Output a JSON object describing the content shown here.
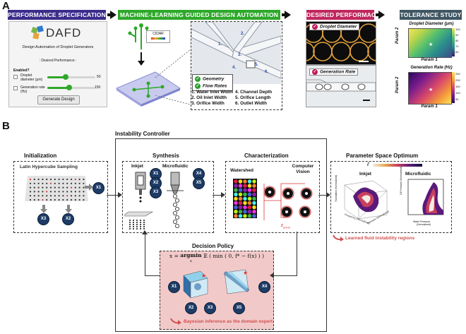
{
  "panel_a": {
    "letter": "A",
    "headers": {
      "perf_spec": "PERFORMANCE SPECIFICATION",
      "ml_automation": "MACHINE-LEARNING GUIDED DESIGN AUTOMATION",
      "desired_perf": "DESIRED PERFORMACE",
      "tolerance": "TOLERANCE STUDY"
    },
    "dafd": {
      "logo": "DAFD",
      "subtitle": "Design Automation of Droplet Generators",
      "desired_label": ": Desired Performance :",
      "enabled_label": "Enabled?",
      "droplet_label": "Droplet diameter (μm)",
      "droplet_value": "50",
      "rate_label": "Generation rate (Hz)",
      "rate_value": "150",
      "button": "Generate Design",
      "droplet_fraction": 0.38,
      "rate_fraction": 0.45
    },
    "cidar_label": "CIDAR",
    "checks": {
      "geometry": "Geometry",
      "flow": "Flow Rates"
    },
    "params": [
      "1. Water Inlet Width",
      "2. Oil Inlet Width",
      "3. Orifice Width",
      "4. Channel Depth",
      "5. Orifice Length",
      "6. Outlet Width"
    ],
    "desired": {
      "droplet": "Droplet Diameter",
      "rate": "Generation Rate"
    },
    "tolerance": {
      "plot1_title": "Droplet Diameter (μm)",
      "plot2_title": "Generation Rate (Hz)",
      "param1": "Param 1",
      "param2": "Param 2",
      "cb1_ticks": [
        "100",
        "90",
        "80",
        "70",
        "60",
        "50"
      ],
      "cb2_ticks": [
        "250",
        "200",
        "150",
        "100",
        "50"
      ]
    }
  },
  "panel_b": {
    "letter": "B",
    "instability_controller": "Instability Controller",
    "init_title": "Initialization",
    "lhs": "Latin Hypercube Sampling",
    "synthesis": "Synthesis",
    "inkjet": "Inkjet",
    "microfluidic": "Microfluidic",
    "characterization": "Characterization",
    "watershed": "Watershed",
    "computer_vision": "Computer Vision",
    "epsilon": "ε",
    "epsilon_sub": "prime",
    "param_opt": "Parameter Space Optimum",
    "ell": "ℓ",
    "inkjet2": "Inkjet",
    "microfluidic2": "Microfluidic",
    "axis_translation": "Translation (Normalized)",
    "axis_frequency": "Frequency (Normalized)",
    "axis_pressure": "Pressure (Normalized)",
    "axis_oil": "Oil Pressure (Normalized)",
    "axis_water": "Water Pressure",
    "axis_water_sub": "(Normalized)",
    "learned": "Learned fluid instability regions",
    "decision_policy": "Decision Policy",
    "equation_lhs": "x = ",
    "equation_op": "argmin",
    "equation_sub": "x",
    "equation_rhs": "𝔼 ( min ( 0, f* − f(x) ) )",
    "bayesian": "Bayesian inference as the domain expert",
    "nodes": {
      "x1": "X1",
      "x2": "X2",
      "x3": "X3",
      "x4": "X4",
      "x5": "X5"
    }
  },
  "colors": {
    "perf_spec": "#3b2c8a",
    "ml": "#2ea82a",
    "desired": "#c0265d",
    "tolerance": "#3f5663",
    "node": "#1d3c66",
    "pink": "#f2c9c9",
    "accent_red": "#d35050"
  }
}
